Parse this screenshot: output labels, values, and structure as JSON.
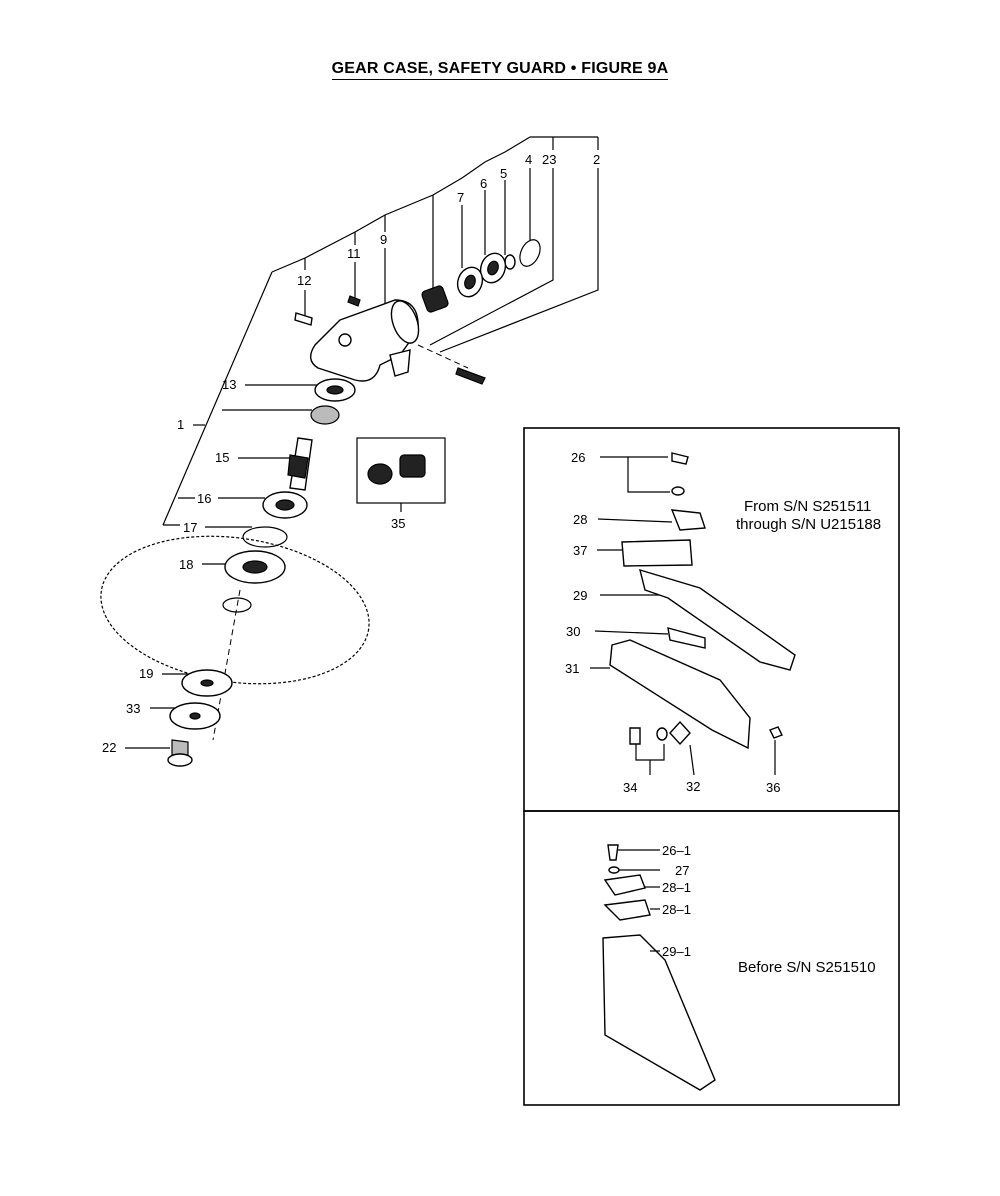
{
  "title": "GEAR CASE, SAFETY GUARD  •  FIGURE 9A",
  "labels": {
    "p1": "1",
    "p2": "2",
    "p4": "4",
    "p5": "5",
    "p6": "6",
    "p7": "7",
    "p9": "9",
    "p11": "11",
    "p12": "12",
    "p13": "13",
    "p15": "15",
    "p16": "16",
    "p17": "17",
    "p18": "18",
    "p19": "19",
    "p22": "22",
    "p23": "23",
    "p26": "26",
    "p28": "28",
    "p29": "29",
    "p30": "30",
    "p31": "31",
    "p32": "32",
    "p33": "33",
    "p34": "34",
    "p35": "35",
    "p36": "36",
    "p37": "37",
    "p26_1": "26–1",
    "p27": "27",
    "p28_1a": "28–1",
    "p28_1b": "28–1",
    "p29_1": "29–1"
  },
  "notes": {
    "upper_line1": "From S/N S251511",
    "upper_line2": "through S/N U215188",
    "lower": "Before S/N S251510"
  }
}
